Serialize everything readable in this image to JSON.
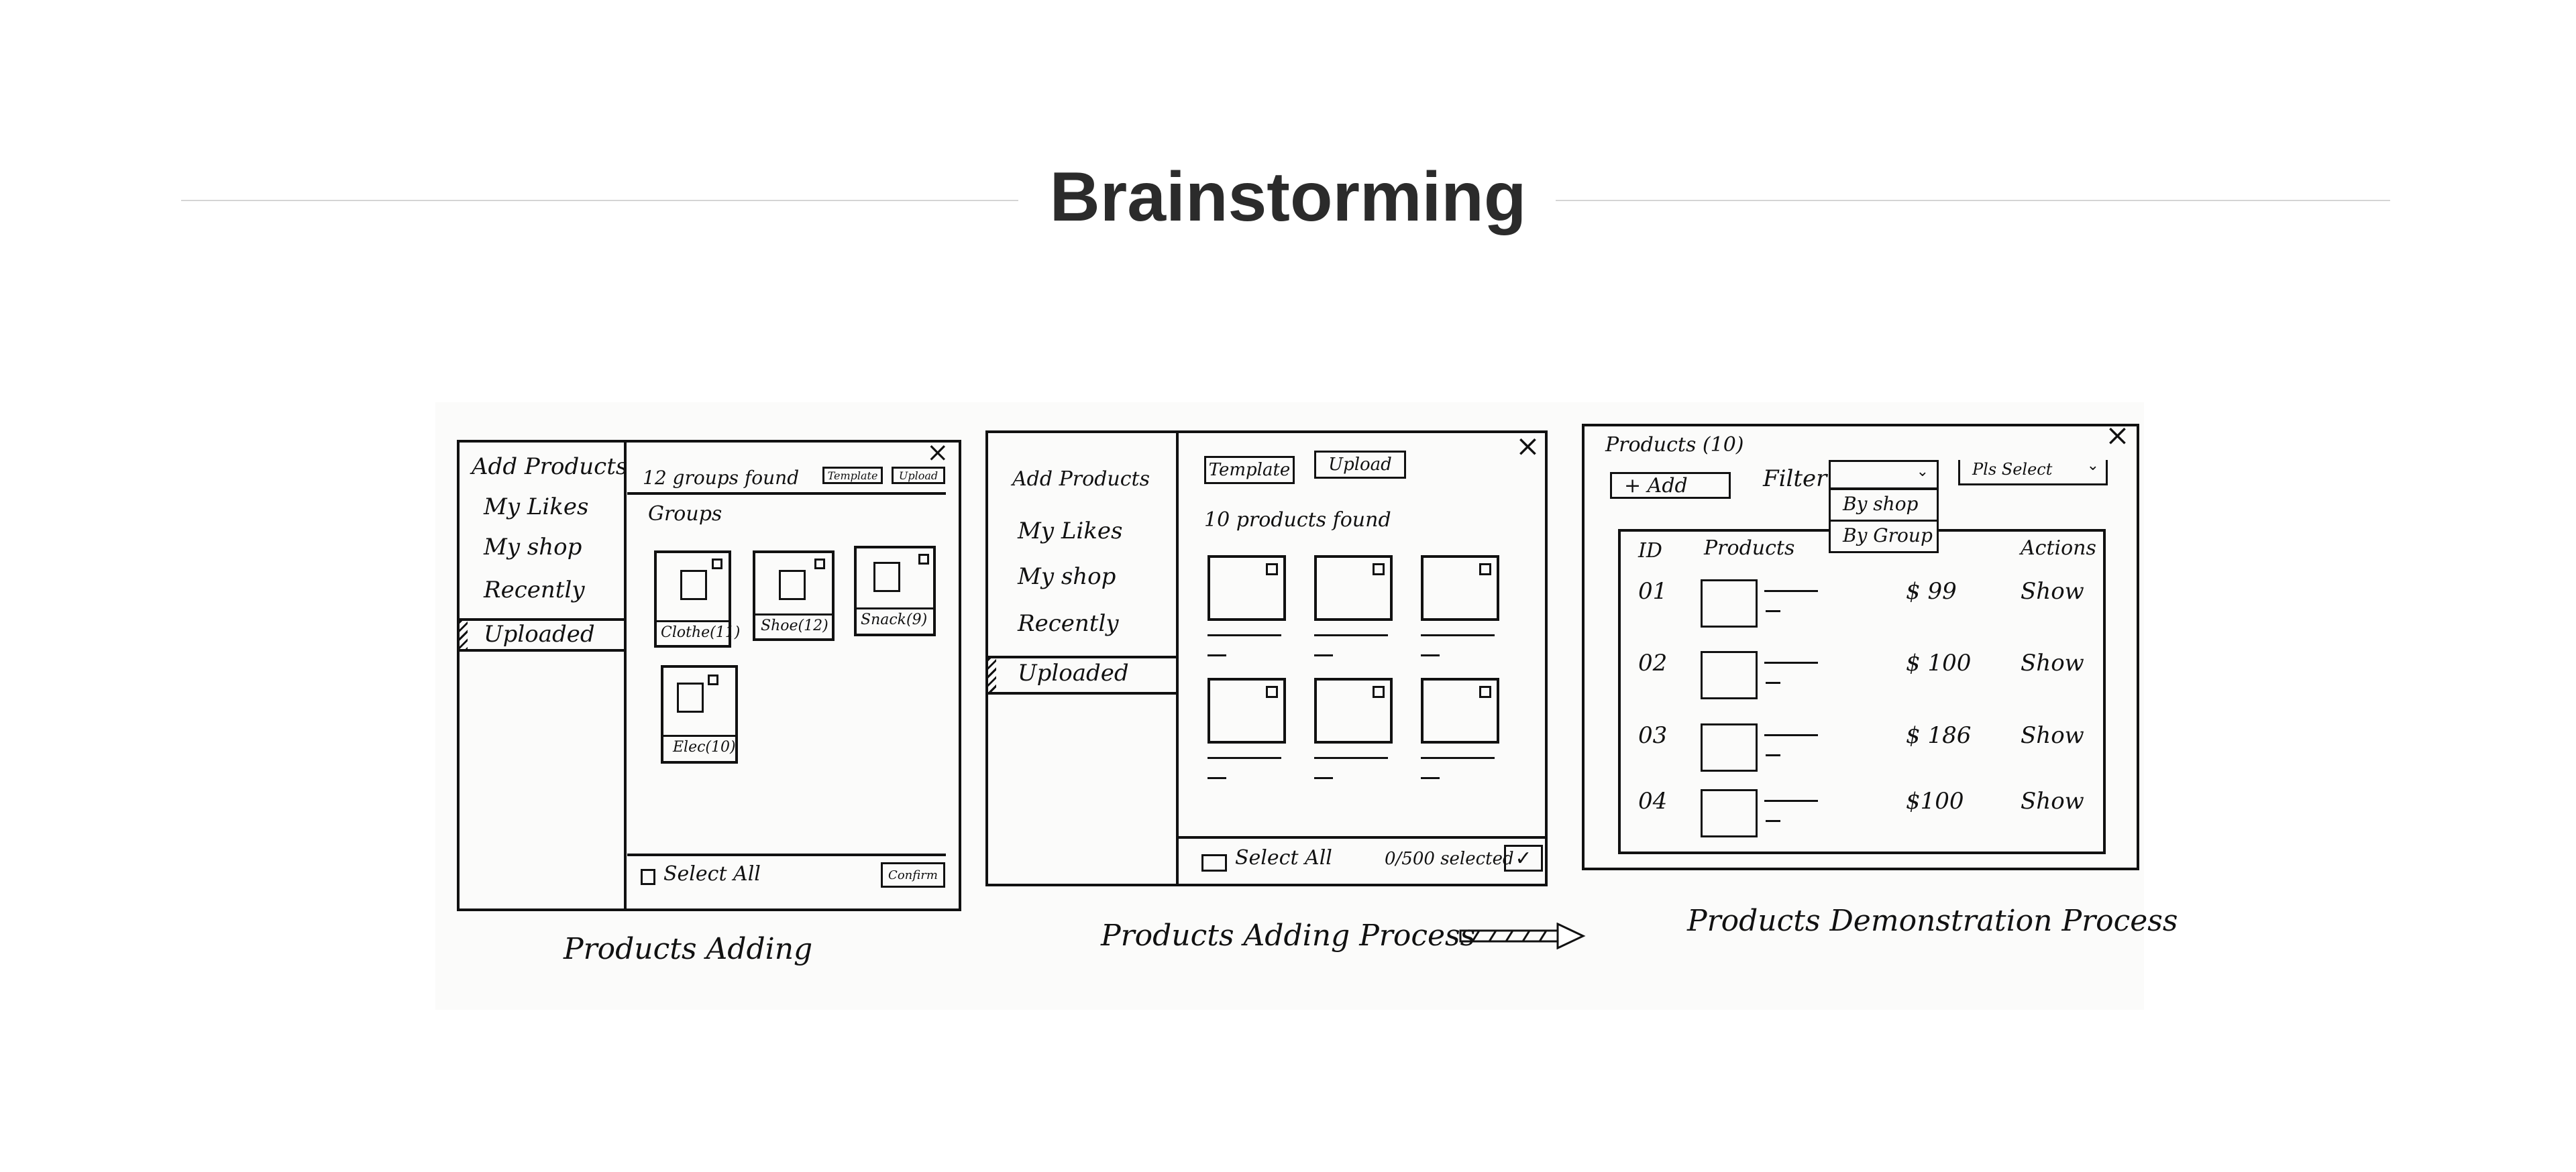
{
  "header": {
    "title": "Brainstorming"
  },
  "sketch1": {
    "sidebar": [
      "Add Products",
      "My Likes",
      "My shop",
      "Recently",
      "Uploaded"
    ],
    "selected_index": 4,
    "found_text": "12 groups found",
    "template_button": "Template",
    "upload_button": "Upload",
    "close": "×",
    "section_label": "Groups",
    "groups": [
      "Clothe(11)",
      "Shoe(12)",
      "Snack(9)",
      "Elec(10)"
    ],
    "select_all": "Select All",
    "confirm_button": "Confirm",
    "caption": "Products Adding"
  },
  "sketch2": {
    "sidebar": [
      "Add Products",
      "My Likes",
      "My shop",
      "Recently",
      "Uploaded"
    ],
    "selected_index": 4,
    "template_button": "Template",
    "upload_button": "Upload",
    "close": "×",
    "found_text": "10 products found",
    "select_all": "Select All",
    "selected_count": "0/500 selected",
    "confirm_icon": "✓",
    "caption": "Products Adding Process"
  },
  "sketch3": {
    "title": "Products (10)",
    "add_button": "+ Add",
    "filter_label": "Filter",
    "filter_options": [
      "By shop",
      "By Group"
    ],
    "select_placeholder": "Pls Select",
    "close": "×",
    "columns": [
      "ID",
      "Products",
      "Actions"
    ],
    "rows": [
      {
        "id": "01",
        "price": "$ 99",
        "action": "Show"
      },
      {
        "id": "02",
        "price": "$ 100",
        "action": "Show"
      },
      {
        "id": "03",
        "price": "$ 186",
        "action": "Show"
      },
      {
        "id": "04",
        "price": "$100",
        "action": "Show"
      }
    ],
    "caption": "Products Demonstration Process"
  }
}
